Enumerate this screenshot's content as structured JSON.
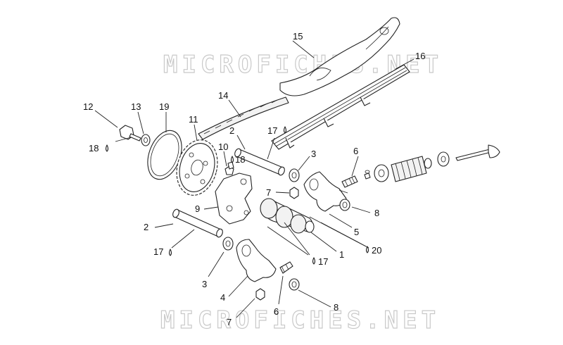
{
  "watermark": {
    "text": "MICROFICHES.NET"
  },
  "callouts": [
    {
      "id": "c15",
      "text": "15"
    },
    {
      "id": "c16",
      "text": "16"
    },
    {
      "id": "c14",
      "text": "14"
    },
    {
      "id": "c12",
      "text": "12"
    },
    {
      "id": "c13",
      "text": "13"
    },
    {
      "id": "c19",
      "text": "19"
    },
    {
      "id": "c11",
      "text": "11"
    },
    {
      "id": "c18a",
      "text": "18"
    },
    {
      "id": "c10",
      "text": "10"
    },
    {
      "id": "c18b",
      "text": "18"
    },
    {
      "id": "c2a",
      "text": "2"
    },
    {
      "id": "c17a",
      "text": "17"
    },
    {
      "id": "c3a",
      "text": "3"
    },
    {
      "id": "c6a",
      "text": "6"
    },
    {
      "id": "c7a",
      "text": "7"
    },
    {
      "id": "c9",
      "text": "9"
    },
    {
      "id": "c8a",
      "text": "8"
    },
    {
      "id": "c5",
      "text": "5"
    },
    {
      "id": "c2b",
      "text": "2"
    },
    {
      "id": "c17b",
      "text": "17"
    },
    {
      "id": "c1",
      "text": "1"
    },
    {
      "id": "c20",
      "text": "20"
    },
    {
      "id": "c17c",
      "text": "17"
    },
    {
      "id": "c3b",
      "text": "3"
    },
    {
      "id": "c4",
      "text": "4"
    },
    {
      "id": "c6b",
      "text": "6"
    },
    {
      "id": "c8b",
      "text": "8"
    },
    {
      "id": "c7b",
      "text": "7"
    }
  ]
}
